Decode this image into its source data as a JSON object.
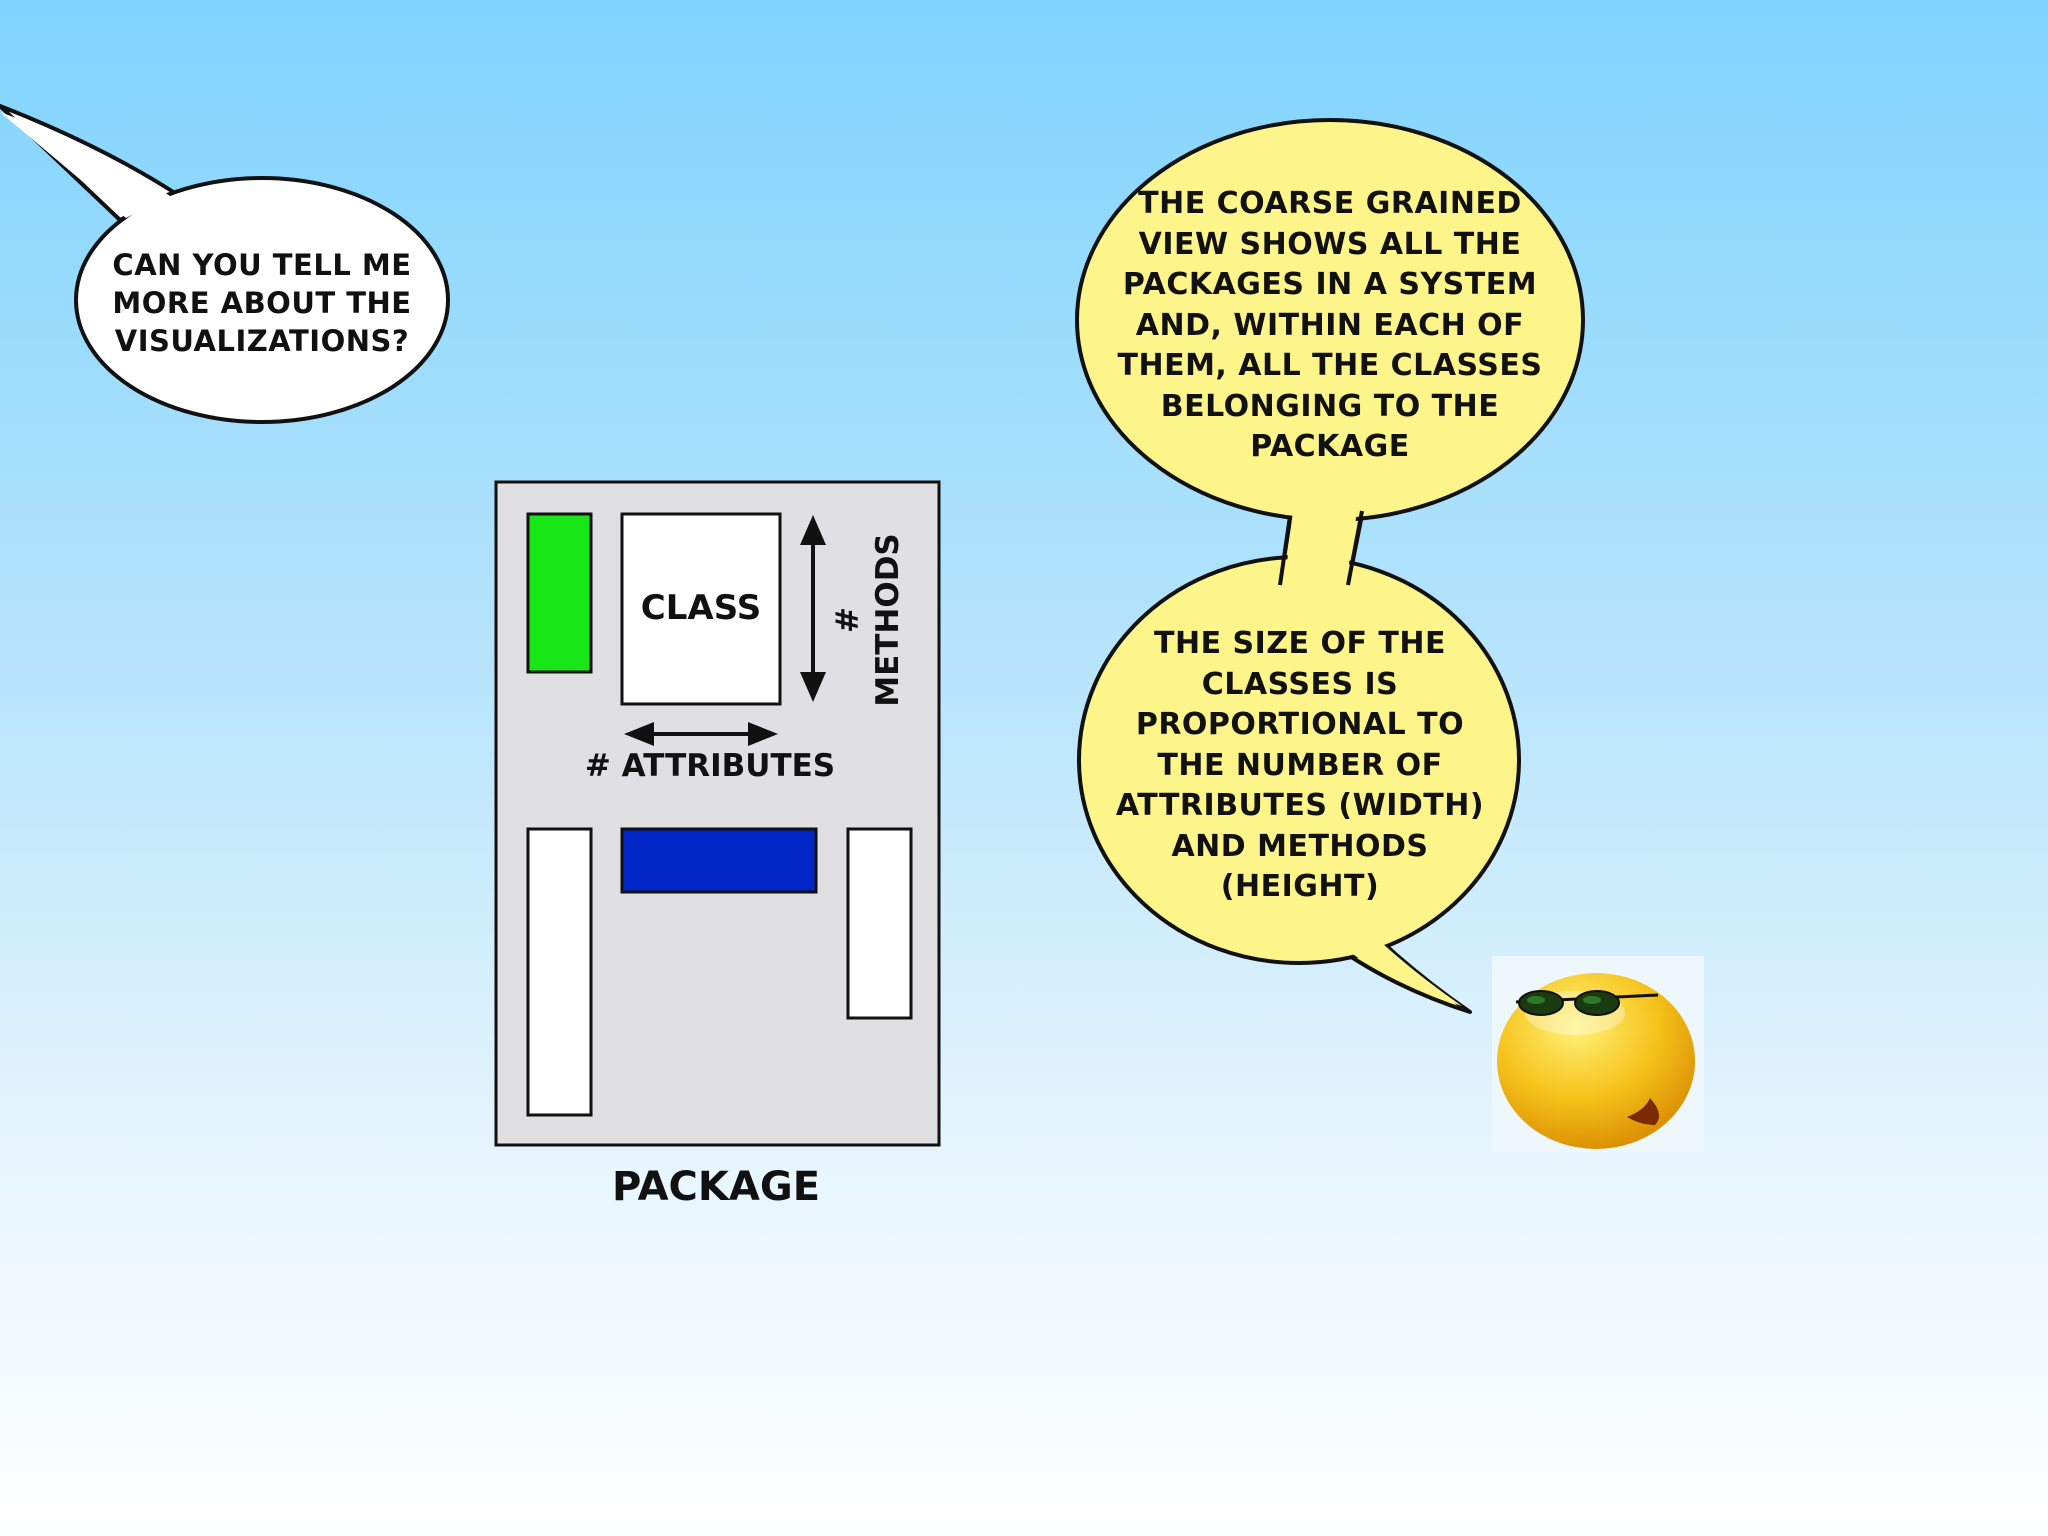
{
  "question_bubble": {
    "lines": [
      "Can you tell me",
      "more about the",
      "visualizations?"
    ]
  },
  "answer_bubble_top": {
    "lines": [
      "The coarse grained",
      "view shows all the",
      "packages in a system",
      "and, within each of",
      "them, all the classes",
      "belonging to the",
      "package"
    ]
  },
  "answer_bubble_bottom": {
    "lines": [
      "The size of the",
      "classes is",
      "proportional to",
      "the number of",
      "attributes (width)",
      "and methods",
      "(height)"
    ]
  },
  "diagram": {
    "class_label": "Class",
    "methods_label": "# Methods",
    "attributes_label": "# Attributes",
    "package_label": "Package",
    "colors": {
      "package_fill": "#e0e0e2",
      "green_class": "#17e617",
      "blue_class": "#0026c8",
      "white_class": "#ffffff"
    }
  },
  "speech_bubble_colors": {
    "question_fill": "#ffffff",
    "answer_fill": "#fdf58a"
  },
  "character": {
    "icon": "cool-smiley-icon"
  }
}
